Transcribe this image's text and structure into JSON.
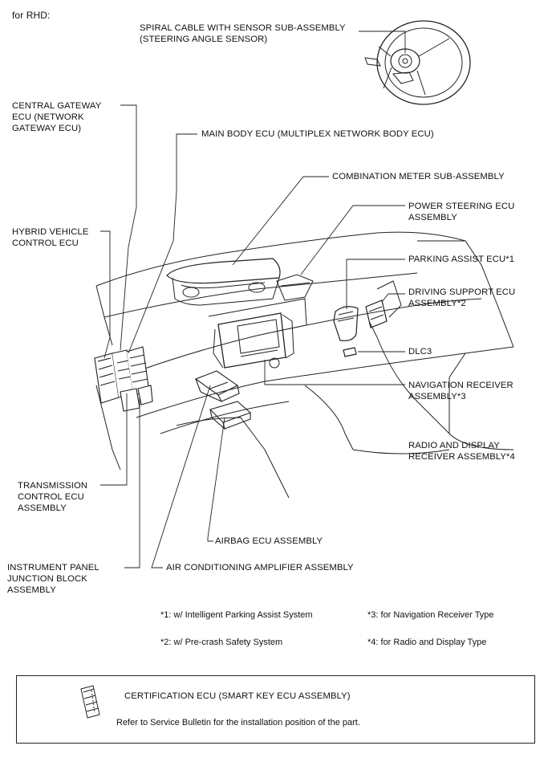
{
  "header": {
    "variant": "for RHD:"
  },
  "labels": {
    "spiral_cable": "SPIRAL CABLE WITH SENSOR SUB-ASSEMBLY\n(STEERING ANGLE SENSOR)",
    "central_gateway": "CENTRAL GATEWAY\nECU (NETWORK\nGATEWAY ECU)",
    "main_body": "MAIN BODY ECU (MULTIPLEX NETWORK BODY ECU)",
    "combination_meter": "COMBINATION METER SUB-ASSEMBLY",
    "power_steering": "POWER STEERING ECU\nASSEMBLY",
    "hybrid_vehicle": "HYBRID VEHICLE\nCONTROL ECU",
    "parking_assist": "PARKING ASSIST ECU*1",
    "driving_support": "DRIVING SUPPORT ECU\nASSEMBLY*2",
    "dlc3": "DLC3",
    "navigation": "NAVIGATION RECEIVER\nASSEMBLY*3",
    "radio_display": "RADIO AND DISPLAY\nRECEIVER ASSEMBLY*4",
    "transmission": "TRANSMISSION\nCONTROL ECU\nASSEMBLY",
    "airbag": "AIRBAG ECU ASSEMBLY",
    "instrument_panel": "INSTRUMENT PANEL\nJUNCTION BLOCK\nASSEMBLY",
    "air_conditioning": "AIR CONDITIONING AMPLIFIER ASSEMBLY"
  },
  "footnotes": {
    "n1": "*1: w/ Intelligent Parking Assist System",
    "n2": "*2: w/ Pre-crash Safety System",
    "n3": "*3: for Navigation Receiver Type",
    "n4": "*4: for Radio and Display Type"
  },
  "info_box": {
    "title": "CERTIFICATION ECU (SMART KEY ECU ASSEMBLY)",
    "note": "Refer to Service Bulletin for the installation position of the part."
  }
}
